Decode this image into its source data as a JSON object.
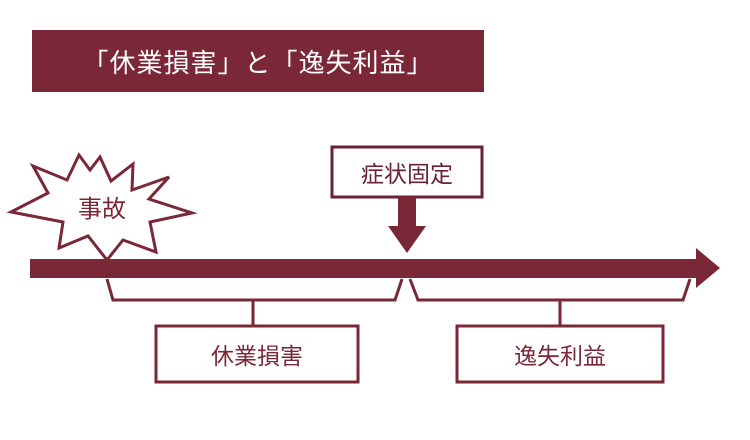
{
  "title": "「休業損害」と「逸失利益」",
  "accident_label": "事故",
  "symptom_fixed_label": "症状固定",
  "periods": {
    "before": "休業損害",
    "after": "逸失利益"
  },
  "colors": {
    "primary": "#7a2737",
    "dark": "#6b2234",
    "background": "#ffffff"
  }
}
